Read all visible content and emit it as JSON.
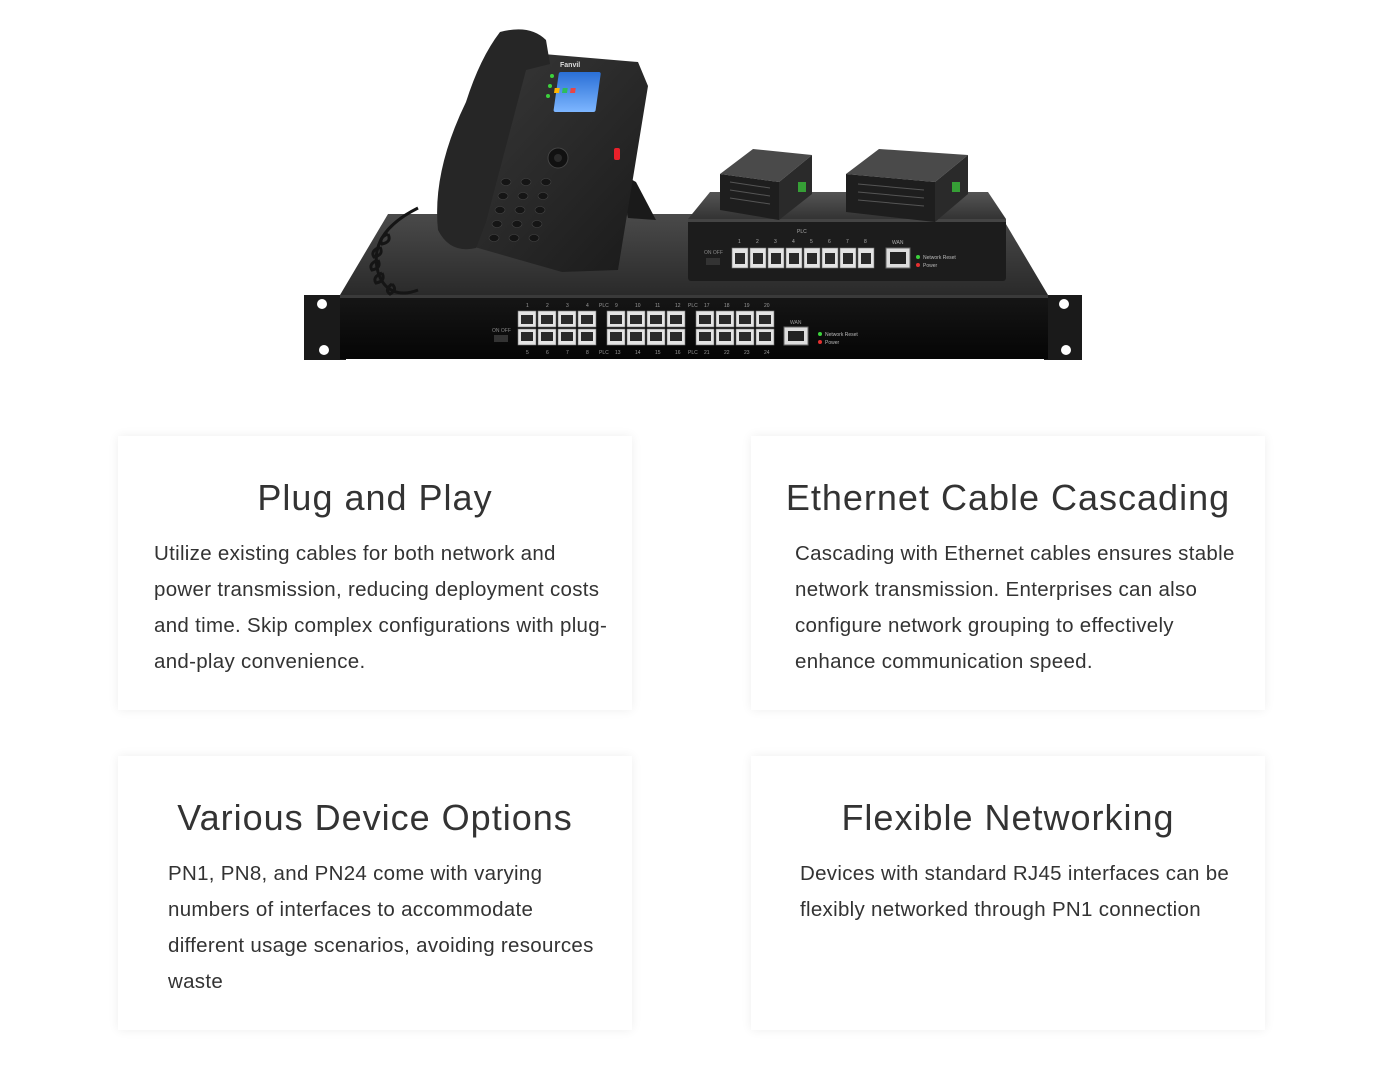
{
  "hero": {
    "phone_brand": "Fanvil",
    "pn8_labels": {
      "plc": "PLC",
      "port_numbers": [
        "1",
        "2",
        "3",
        "4",
        "5",
        "6",
        "7",
        "8"
      ],
      "wan": "WAN",
      "switch": "ON  OFF",
      "network_reset": "Network  Reset",
      "power": "Power"
    },
    "pn24_labels": {
      "plc": "PLC",
      "top_numbers": [
        "1",
        "2",
        "3",
        "4",
        "9",
        "10",
        "11",
        "12",
        "17",
        "18",
        "19",
        "20"
      ],
      "bottom_numbers": [
        "5",
        "6",
        "7",
        "8",
        "13",
        "14",
        "15",
        "16",
        "21",
        "22",
        "23",
        "24"
      ],
      "wan": "WAN",
      "switch": "ON  OFF",
      "network_reset": "Network  Reset",
      "power": "Power"
    },
    "colors": {
      "device_body": "#1f1f1f",
      "led_green": "#3cd13c",
      "led_red": "#e53030",
      "phone_red_button": "#e8202a"
    }
  },
  "cards": [
    {
      "title": "Plug and Play",
      "text": "Utilize existing cables for both network and power transmission, reducing deployment costs and time. Skip complex configurations with plug-and-play convenience."
    },
    {
      "title": "Ethernet Cable Cascading",
      "text": "Cascading with Ethernet cables ensures stable network transmission. Enterprises can also configure network grouping to effectively enhance communication speed."
    },
    {
      "title": "Various Device Options",
      "text": "PN1, PN8, and PN24 come with varying numbers of interfaces to accommodate different usage scenarios, avoiding resources waste"
    },
    {
      "title": "Flexible Networking",
      "text": "Devices with standard RJ45 interfaces can be flexibly networked through PN1 connection"
    }
  ]
}
